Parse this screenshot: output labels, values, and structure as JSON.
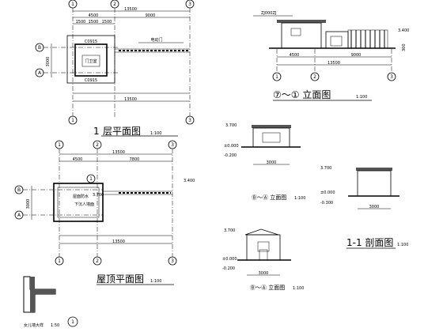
{
  "plan1": {
    "title": "层平面图",
    "prefix": "1",
    "scale": "1:100",
    "axes_top": [
      "1",
      "2",
      "3"
    ],
    "axes_left": [
      "B",
      "A"
    ],
    "dims_top_total": "13500",
    "dims_top_a": "4500",
    "dims_top_b": "9000",
    "dims_top_s1": "1500",
    "dims_top_s2": "1500",
    "dims_top_s3": "1500",
    "dims_bottom_total": "13500",
    "dims_left_total": "3000",
    "room": "门卫室",
    "win1": "C0915",
    "win2": "C0915",
    "gate_label": "电动门"
  },
  "elev": {
    "title": "⑦～① 立面图",
    "scale": "1:100",
    "note": "ZJ000ZJ",
    "level_top": "3.400",
    "dims_total": "13500",
    "dims_a": "4500",
    "dims_b": "9000",
    "axes": [
      "1",
      "2",
      "3"
    ],
    "dim_right": "300"
  },
  "plan2": {
    "title": "屋顶平面图",
    "scale": "1:100",
    "axes_top": [
      "1",
      "2",
      "3"
    ],
    "axes_left": [
      "B",
      "A"
    ],
    "dims_top_total": "13500",
    "dims_top_a": "4500",
    "dims_top_b": "7800",
    "dims_bottom_total": "13500",
    "level": "3.700",
    "level2": "3.400",
    "note": "下沉人墙面",
    "roof_note": "屋面防水",
    "dim_left": "3000"
  },
  "sec1": {
    "title": "Ⓑ～Ⓐ 立面图",
    "scale": "1:100",
    "levels": [
      "3.700",
      "±0.000",
      "-0.200"
    ],
    "dims": [
      "3000"
    ]
  },
  "sec2": {
    "title": "1-1 剖面图",
    "scale": "1:100",
    "levels": [
      "3.700",
      "±0.000",
      "-0.300"
    ],
    "dims": [
      "3000"
    ]
  },
  "sec3": {
    "title": "Ⓑ～Ⓐ 立面图",
    "scale": "1:100",
    "levels": [
      "3.700",
      "±0.000",
      "-0.200"
    ],
    "dims": [
      "3000"
    ]
  },
  "detail": {
    "title": "女儿墙大样",
    "scale": "1:50",
    "num": "1"
  }
}
